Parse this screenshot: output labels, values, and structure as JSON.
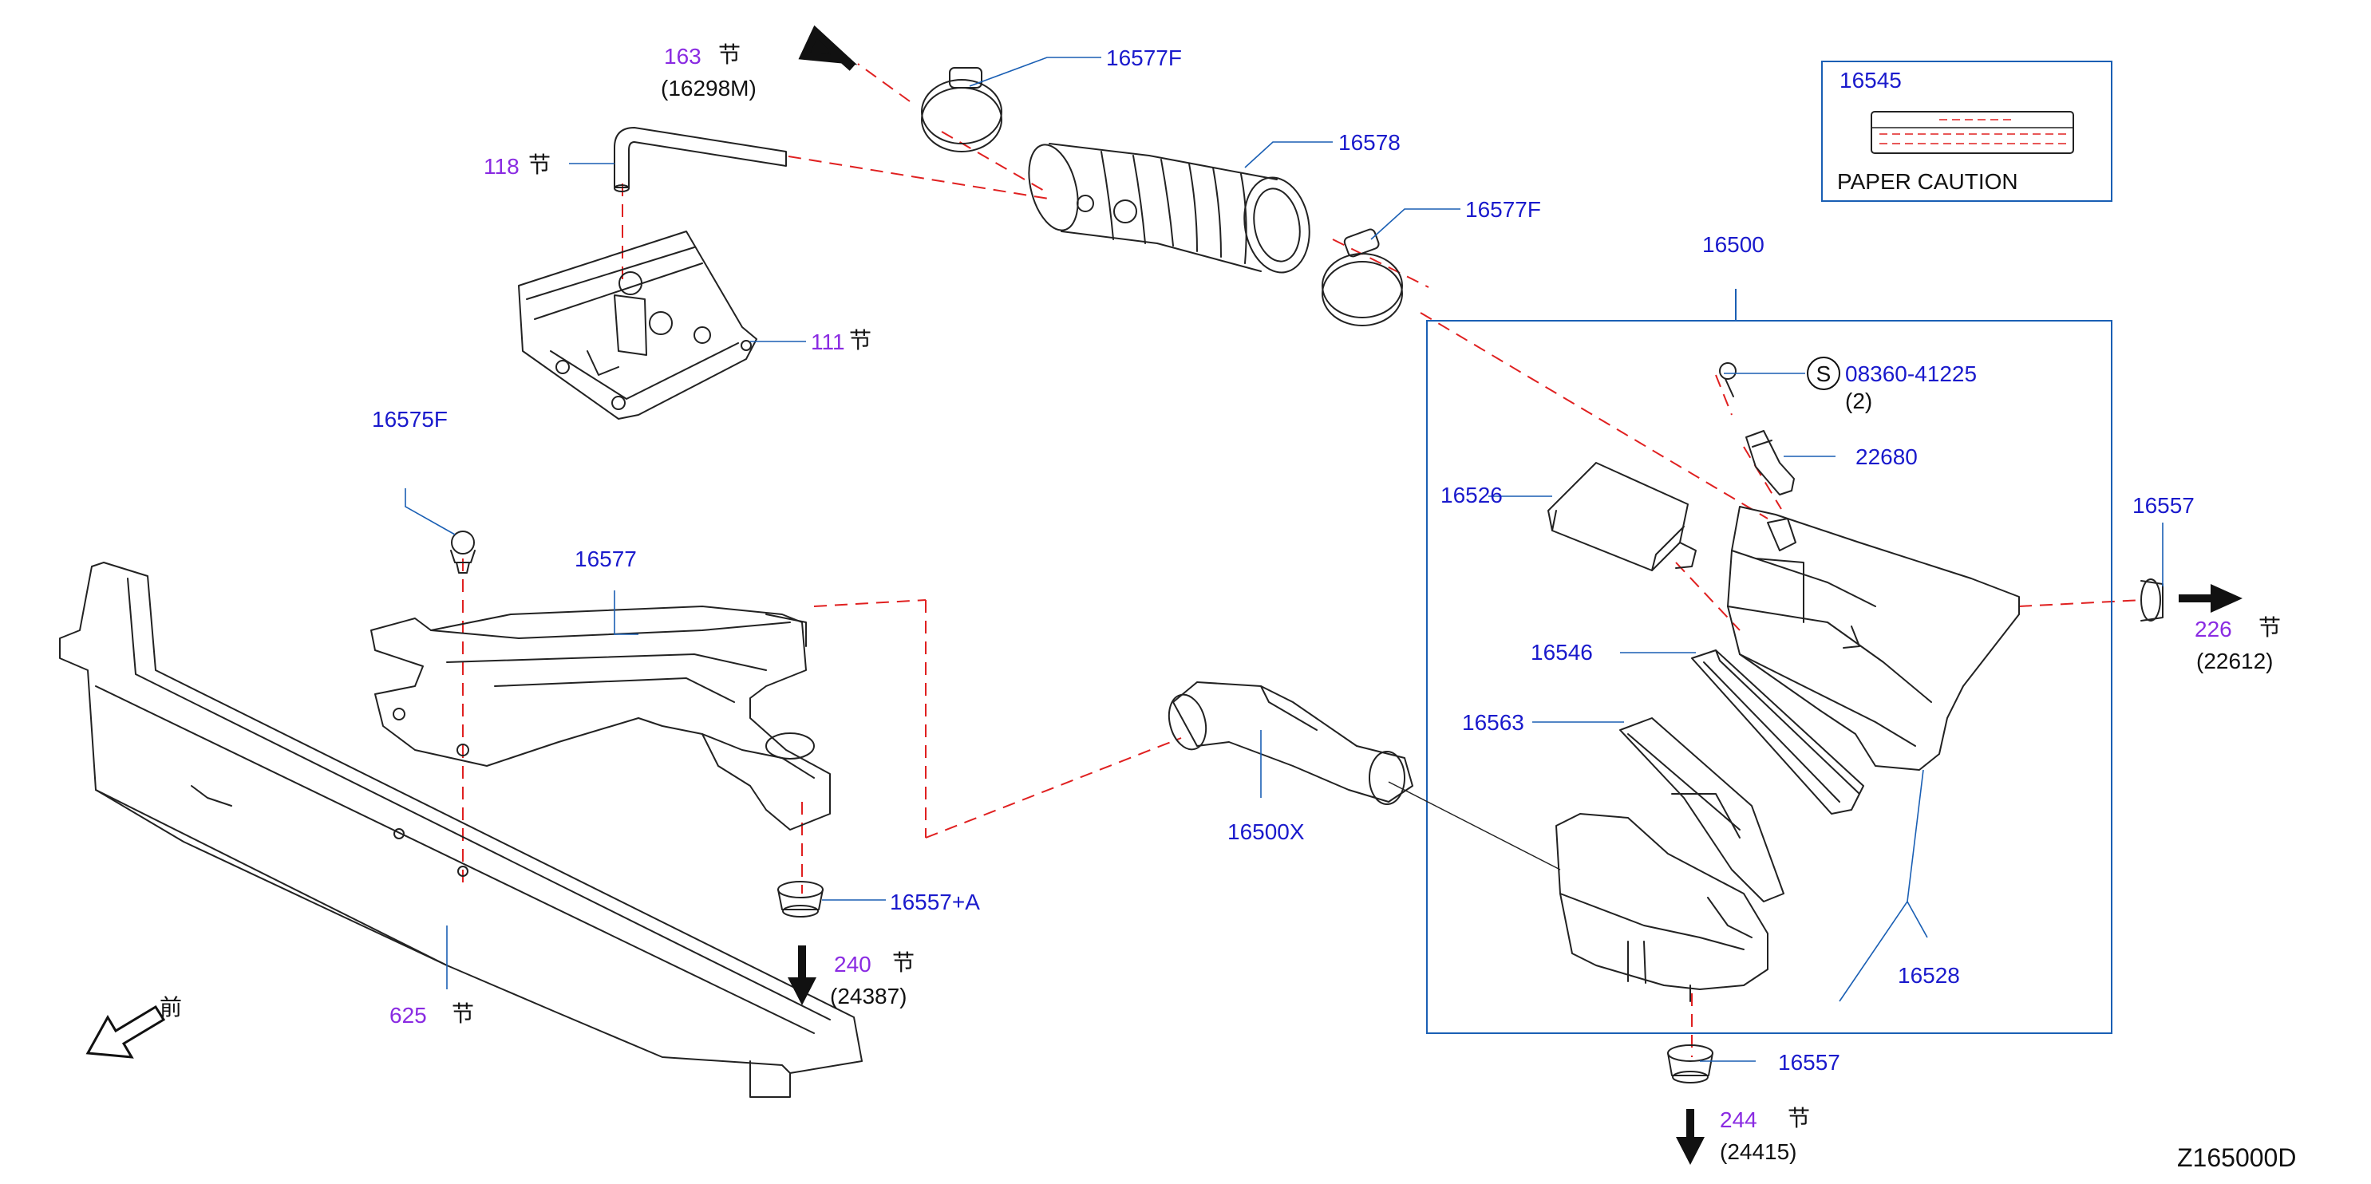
{
  "diagram": {
    "code": "Z165000D",
    "section_char": "节",
    "front_char": "前",
    "callouts": {
      "c16577F_top": "16577F",
      "c16578": "16578",
      "c16577F_mid": "16577F",
      "c16500": "16500",
      "c08360": "08360-41225",
      "c08360_qty": "(2)",
      "c22680": "22680",
      "c16526": "16526",
      "c16557_right": "16557",
      "c16546": "16546",
      "c16563": "16563",
      "c16528": "16528",
      "c16500X": "16500X",
      "c16557_bottom": "16557",
      "c16575F": "16575F",
      "c16577": "16577",
      "c16557A": "16557+A"
    },
    "sections": {
      "s163": "163",
      "s163_ref": "(16298M)",
      "s118": "118",
      "s111": "111",
      "s226": "226",
      "s226_ref": "(22612)",
      "s240": "240",
      "s240_ref": "(24387)",
      "s625": "625",
      "s244": "244",
      "s244_ref": "(24415)"
    },
    "s_symbol": "S",
    "legend": {
      "part_number": "16545",
      "caption": "PAPER   CAUTION",
      "color": "#e02020"
    },
    "colors": {
      "part_number": "#1a1acc",
      "section_number": "#8a2be2",
      "leader": "#1a5fb4",
      "phantom_line": "#e02020"
    }
  }
}
